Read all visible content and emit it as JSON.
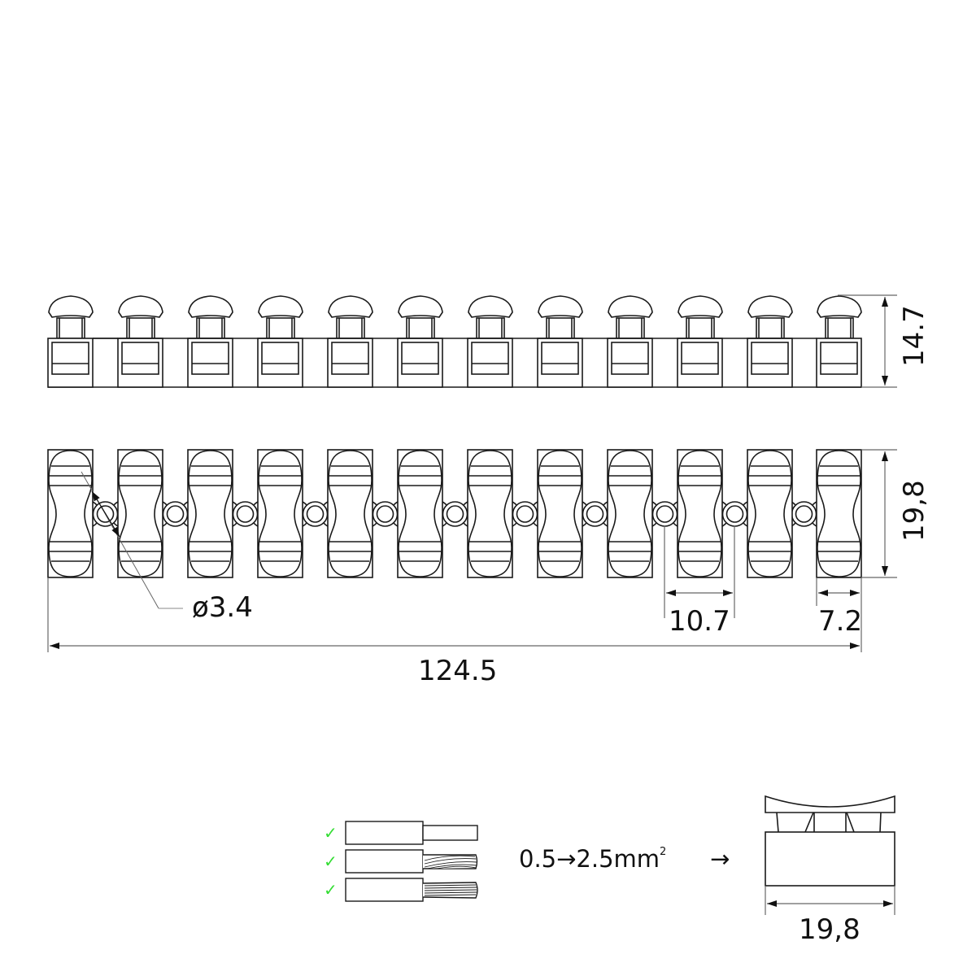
{
  "drawing": {
    "title": "12-way terminal strip connector technical drawing",
    "terminal_count": 12,
    "line_color": "#1a1a1a",
    "dim_line_color": "#666666",
    "check_color": "#33dd33"
  },
  "dimensions": {
    "top_height": "14.7",
    "front_height": "19,8",
    "hole_diameter": "ø3.4",
    "pitch": "10.7",
    "block_width": "7.2",
    "total_length": "124.5",
    "side_width": "19,8"
  },
  "wire_spec": {
    "range_label": "0.5→2.5mm",
    "superscript": "2",
    "arrow": "→",
    "wire_types": [
      {
        "name": "solid-wire",
        "accepted": true,
        "check": "✓"
      },
      {
        "name": "stranded-twisted-wire",
        "accepted": true,
        "check": "✓"
      },
      {
        "name": "fine-stranded-wire",
        "accepted": true,
        "check": "✓"
      }
    ]
  }
}
